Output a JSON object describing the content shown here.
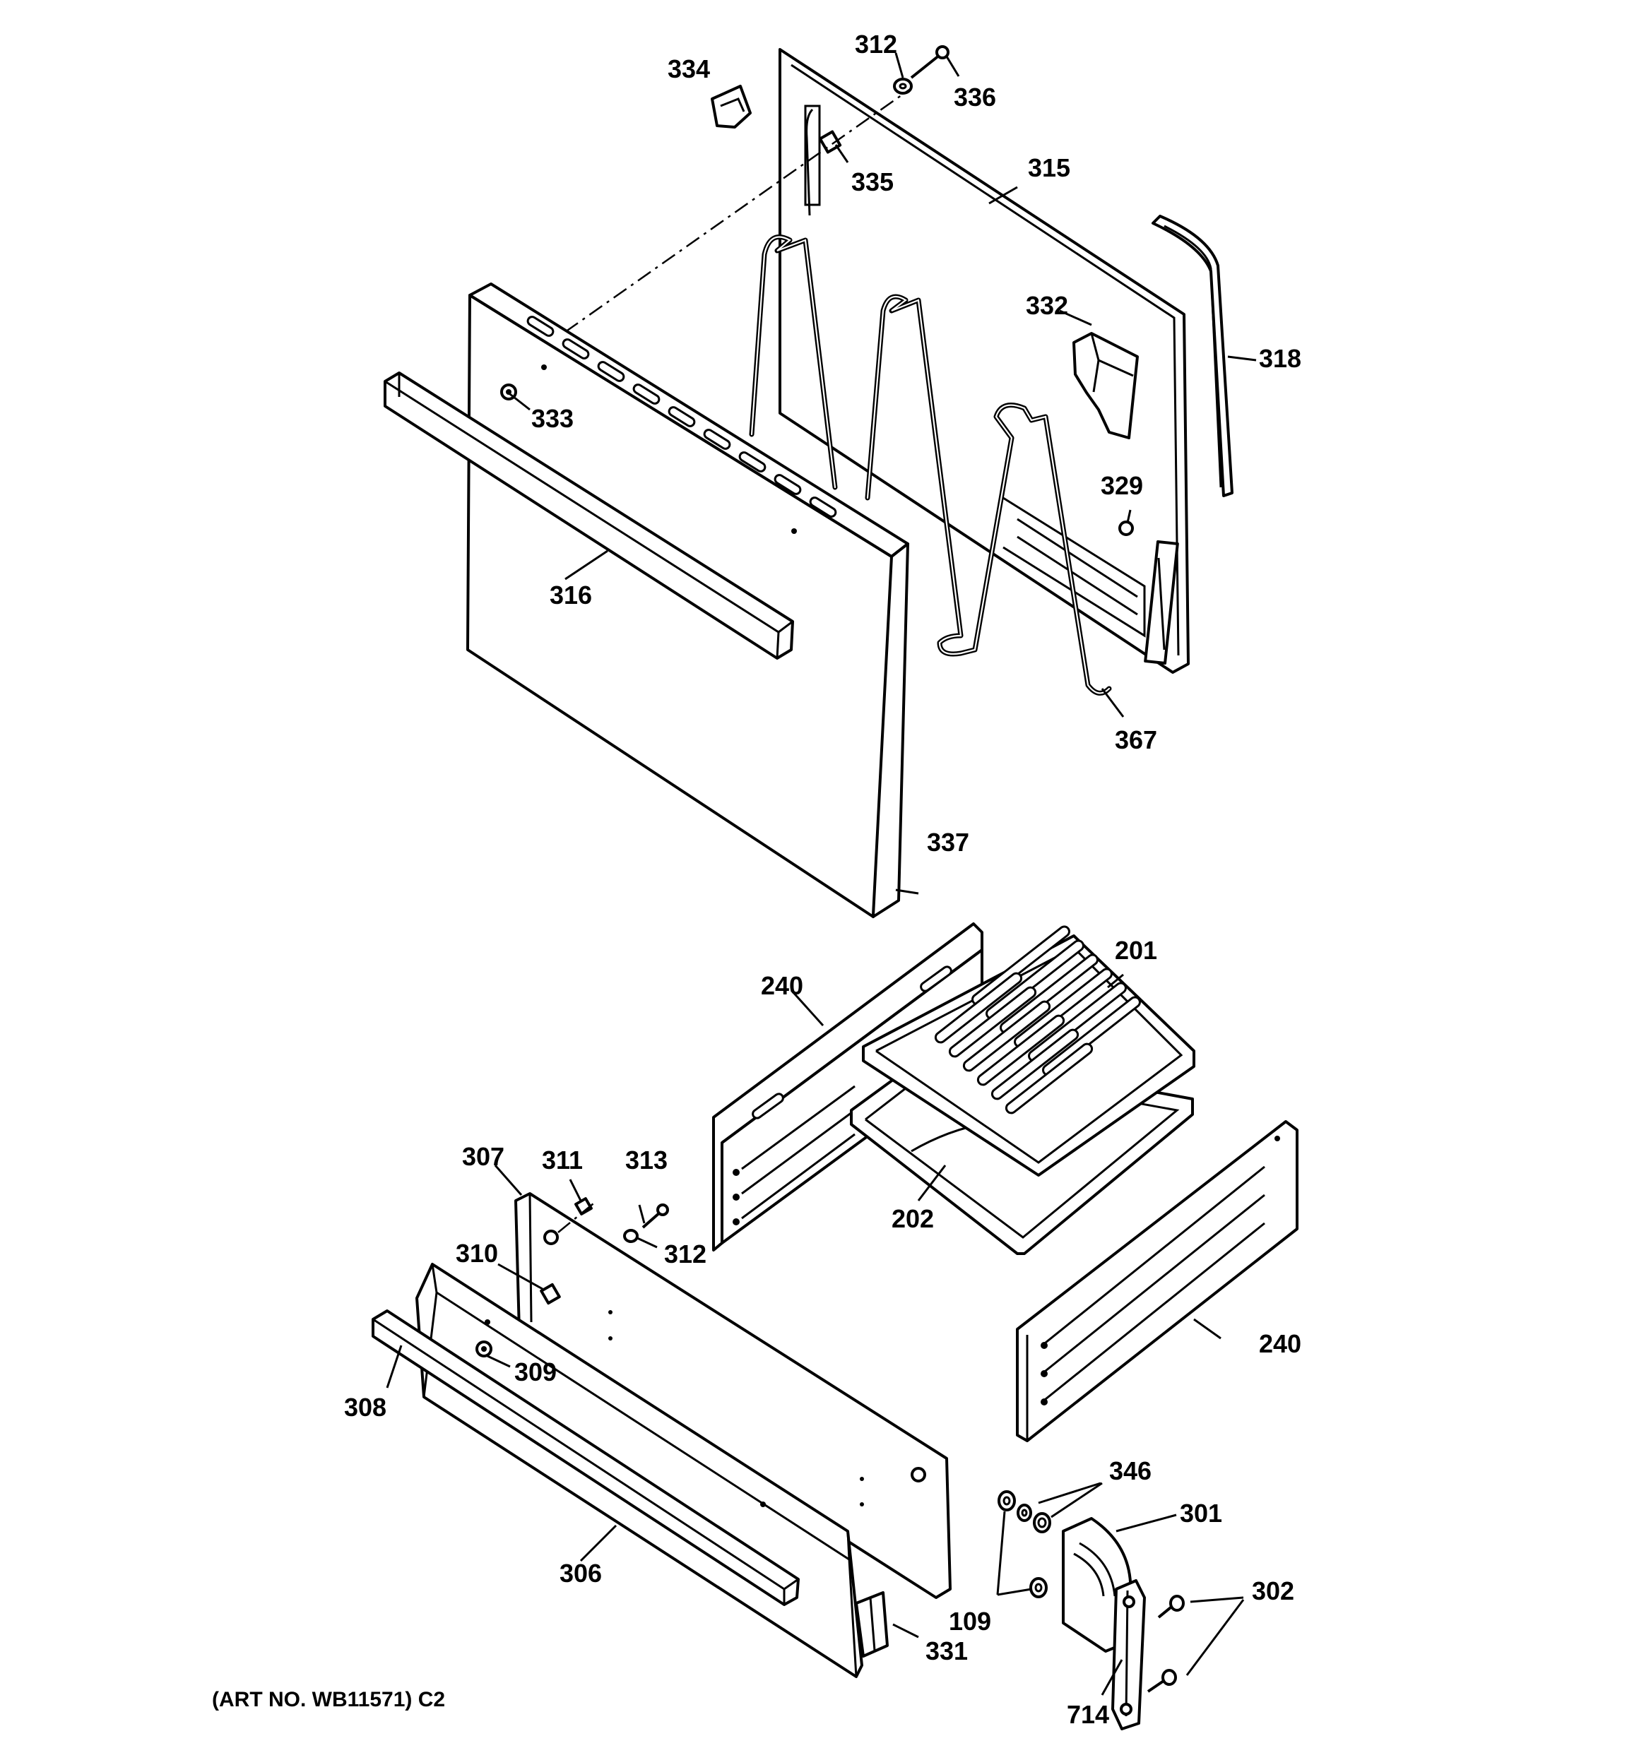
{
  "art_number": "(ART NO. WB11571) C2",
  "callouts": {
    "c312a": "312",
    "c336": "336",
    "c334": "334",
    "c335": "335",
    "c315": "315",
    "c318": "318",
    "c332": "332",
    "c333": "333",
    "c329": "329",
    "c316": "316",
    "c367": "367",
    "c337": "337",
    "c201": "201",
    "c240a": "240",
    "c202": "202",
    "c307": "307",
    "c311": "311",
    "c313": "313",
    "c312b": "312",
    "c310": "310",
    "c309": "309",
    "c308": "308",
    "c240b": "240",
    "c346": "346",
    "c301": "301",
    "c306": "306",
    "c302": "302",
    "c109": "109",
    "c331": "331",
    "c714": "714"
  }
}
